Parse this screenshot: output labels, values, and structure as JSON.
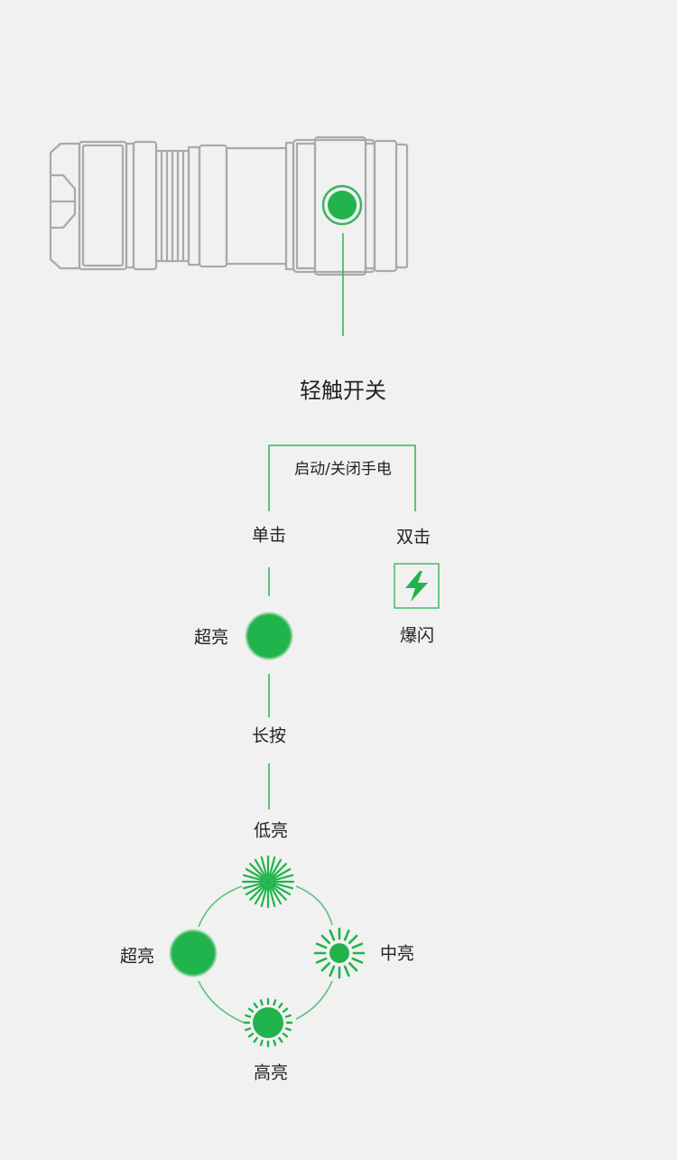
{
  "colors": {
    "background": "#f1f1f1",
    "accent": "#22b44c",
    "line": "#3ab55e",
    "outline": "#a9a9a9",
    "text": "#222222"
  },
  "flashlight": {
    "switch_label": "轻触开关",
    "button_icon": "tactile-switch-button"
  },
  "flow": {
    "power_toggle": "启动/关闭手电",
    "single_click": "单击",
    "double_click": "双击",
    "strobe": "爆闪",
    "strobe_icon": "lightning-bolt-icon",
    "turbo_after_single": "超亮",
    "long_press": "长按"
  },
  "mode_cycle": {
    "low": "低亮",
    "medium": "中亮",
    "high": "高亮",
    "turbo": "超亮"
  }
}
